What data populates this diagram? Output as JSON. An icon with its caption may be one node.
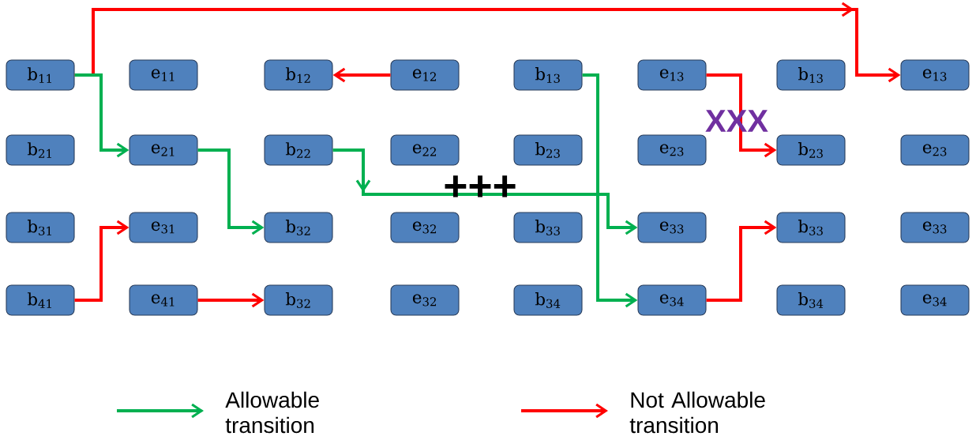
{
  "diagram": {
    "nodes": [
      {
        "text": [
          "b$_{11}$"
        ]
      },
      {
        "text": [
          "e$_{11}$"
        ]
      },
      {
        "text": [
          "b$_{12}$"
        ]
      },
      {
        "text": [
          "e$_{12}$"
        ]
      },
      {
        "text": [
          "b$_{13}$"
        ]
      },
      {
        "text": [
          "e$_{13}$"
        ]
      },
      {
        "text": [
          "b$_{13}$"
        ]
      },
      {
        "text": [
          "e$_{13}$"
        ]
      },
      {
        "text": [
          "b$_{21}$"
        ]
      },
      {
        "text": [
          "e$_{21}$"
        ]
      },
      {
        "text": [
          "b$_{22}$"
        ]
      },
      {
        "text": [
          "e$_{22}$"
        ]
      },
      {
        "text": [
          "b$_{23}$"
        ]
      },
      {
        "text": [
          "e$_{23}$"
        ]
      },
      {
        "text": [
          "b$_{23}$"
        ]
      },
      {
        "text": [
          "e$_{23}$"
        ]
      },
      {
        "text": [
          "b$_{31}$"
        ]
      },
      {
        "text": [
          "e$_{31}$"
        ]
      },
      {
        "text": [
          "b$_{32}$"
        ]
      },
      {
        "text": [
          "e$_{32}$"
        ]
      },
      {
        "text": [
          "b$_{33}$"
        ]
      },
      {
        "text": [
          "e$_{33}$"
        ]
      },
      {
        "text": [
          "b$_{33}$"
        ]
      },
      {
        "text": [
          "e$_{33}$"
        ]
      },
      {
        "text": [
          "b$_{41}$"
        ]
      },
      {
        "text": [
          "e$_{41}$"
        ]
      },
      {
        "text": [
          "b$_{32}$"
        ]
      },
      {
        "text": [
          "e$_{32}$"
        ]
      },
      {
        "text": [
          "b$_{34}$"
        ]
      },
      {
        "text": [
          "e$_{34}$"
        ]
      },
      {
        "text": [
          "b$_{34}$"
        ]
      },
      {
        "text": [
          "e$_{34}$"
        ]
      }
    ],
    "edges": [
      {
        "from": 0,
        "to": 7,
        "arrow": "to",
        "color": "#ff0000"
      },
      {
        "from": 0,
        "to": 9,
        "arrow": "to",
        "color": "#00b050"
      },
      {
        "from": 3,
        "to": 2,
        "arrow": "to",
        "color": "#ff0000"
      },
      {
        "from": 9,
        "to": 18,
        "arrow": "to",
        "color": "#00b050"
      },
      {
        "from": 10,
        "to": 21,
        "arrow": "to",
        "color": "#00b050",
        "label": "+++"
      },
      {
        "from": 4,
        "to": 29,
        "arrow": "to",
        "color": "#00b050"
      },
      {
        "from": 5,
        "to": 14,
        "arrow": "to",
        "color": "#ff0000",
        "label": "XXX"
      },
      {
        "from": 24,
        "to": 17,
        "arrow": "to",
        "color": "#ff0000"
      },
      {
        "from": 25,
        "to": 26,
        "arrow": "to",
        "color": "#ff0000"
      },
      {
        "from": 29,
        "to": 22,
        "arrow": "to",
        "color": "#ff0000"
      }
    ],
    "legend": [
      {
        "text": "Allowable transition"
      },
      {
        "text": "Not Allowable transition"
      }
    ]
  }
}
